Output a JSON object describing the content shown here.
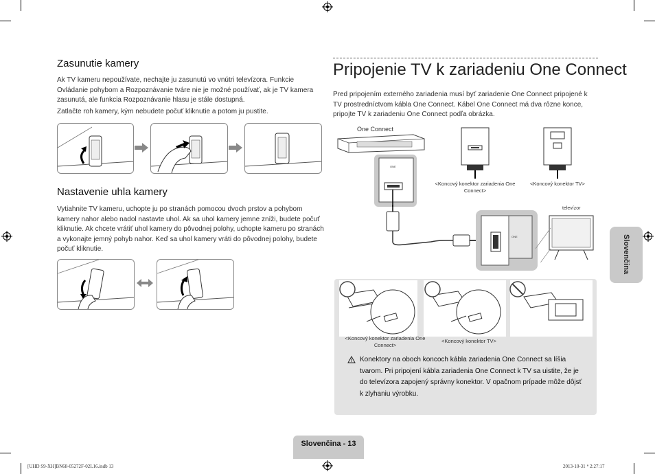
{
  "left": {
    "section1": {
      "heading": "Zasunutie kamery",
      "para1": "Ak TV kameru nepoužívate, nechajte ju zasunutú vo vnútri televízora. Funkcie Ovládanie pohybom a Rozpoznávanie tváre nie je možné používať, ak je TV kamera zasunutá, ale funkcia Rozpoznávanie hlasu je stále dostupná.",
      "para2": "Zatlačte roh kamery, kým nebudete počuť kliknutie a potom ju pustite."
    },
    "section2": {
      "heading": "Nastavenie uhla kamery",
      "para": "Vytiahnite TV kameru, uchopte ju po stranách pomocou dvoch prstov a pohybom kamery nahor alebo nadol nastavte uhol. Ak sa uhol kamery jemne zníži, budete počuť kliknutie. Ak chcete vrátiť uhol kamery do pôvodnej polohy, uchopte kameru po stranách a vykonajte jemný pohyb nahor. Keď sa uhol kamery vráti do pôvodnej polohy, budete počuť kliknutie."
    }
  },
  "right": {
    "title": "Pripojenie TV k zariadeniu One Connect",
    "intro": "Pred pripojením externého zariadenia musí byť zariadenie One Connect pripojené k TV prostredníctvom kábla One Connect. Kábel One Connect má dva rôzne konce, pripojte TV k zariadeniu One Connect podľa obrázka.",
    "diagram": {
      "one_connect_label": "One Connect",
      "connector_oc_label": "<Koncový konektor zariadenia One Connect>",
      "connector_tv_label": "<Koncový konektor TV>",
      "tv_label": "televízor"
    },
    "box": {
      "cap_left": "<Koncový konektor zariadenia One Connect>",
      "cap_right": "<Koncový konektor TV>",
      "warning": "Konektory na oboch koncoch kábla zariadenia One Connect sa líšia tvarom. Pri pripojení kábla zariadenia One Connect k TV sa uistite, že je do televízora zapojený správny konektor. V opačnom prípade môže dôjsť k zlyhaniu výrobku."
    }
  },
  "side_tab": "Slovenčina",
  "footer": {
    "page_label": "Slovenčina - 13",
    "file_info": "[UHD S9-XH]BN68-05272F-02L16.indb   13",
    "date_info": "2013-10-31   ꢀ 2:27:17"
  },
  "colors": {
    "tab_gray": "#c9c9c9",
    "box_gray": "#e3e3e3"
  }
}
